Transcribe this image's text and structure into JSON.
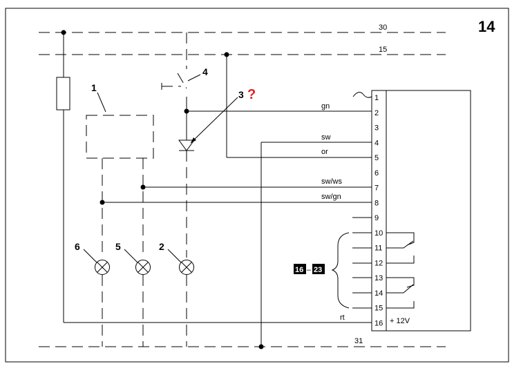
{
  "figure_number": "14",
  "rails": {
    "top": "30",
    "second": "15",
    "bottom": "31"
  },
  "components": {
    "c1": "1",
    "c2": "2",
    "c3": "3",
    "c4": "4",
    "c5": "5",
    "c6": "6"
  },
  "question_mark": "?",
  "wire_colors": {
    "w2": "gn",
    "w4": "sw",
    "w5": "or",
    "w7": "sw/ws",
    "w8": "sw/gn",
    "w16": "rt"
  },
  "connector_pins": [
    "1",
    "2",
    "3",
    "4",
    "5",
    "6",
    "7",
    "8",
    "9",
    "10",
    "11",
    "12",
    "13",
    "14",
    "15",
    "16"
  ],
  "supply_label": "+ 12V",
  "range_badge": {
    "from": "16",
    "to": "23",
    "separator": "–"
  },
  "colors": {
    "line": "#000000",
    "question": "#e02020",
    "badge_bg": "#000000",
    "badge_text": "#ffffff"
  }
}
